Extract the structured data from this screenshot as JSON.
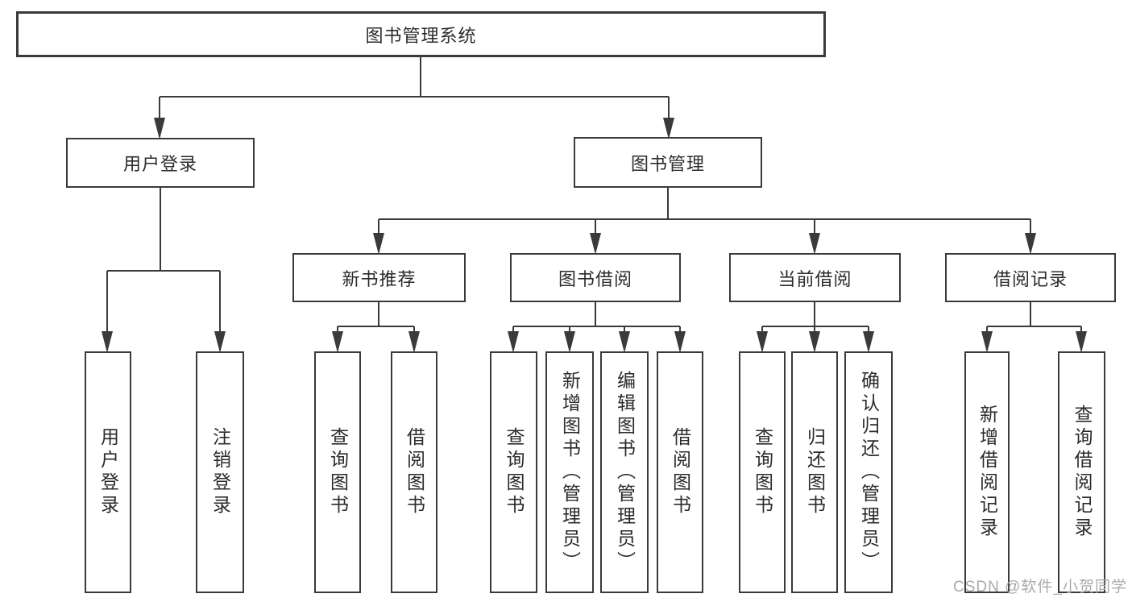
{
  "diagram": {
    "root": "图书管理系统",
    "level2": [
      "用户登录",
      "图书管理"
    ],
    "level3": [
      "新书推荐",
      "图书借阅",
      "当前借阅",
      "借阅记录"
    ],
    "leaves": [
      "用户登录",
      "注销登录",
      "查询图书",
      "借阅图书",
      "查询图书",
      "新增图书（管理员）",
      "编辑图书（管理员）",
      "借阅图书",
      "查询图书",
      "归还图书",
      "确认归还（管理员）",
      "新增借阅记录",
      "查询借阅记录"
    ],
    "hierarchy": {
      "图书管理系统": [
        "用户登录",
        "图书管理"
      ],
      "用户登录": [
        "用户登录",
        "注销登录"
      ],
      "图书管理": [
        "新书推荐",
        "图书借阅",
        "当前借阅",
        "借阅记录"
      ],
      "新书推荐": [
        "查询图书",
        "借阅图书"
      ],
      "图书借阅": [
        "查询图书",
        "新增图书（管理员）",
        "编辑图书（管理员）",
        "借阅图书"
      ],
      "当前借阅": [
        "查询图书",
        "归还图书",
        "确认归还（管理员）"
      ],
      "借阅记录": [
        "新增借阅记录",
        "查询借阅记录"
      ]
    }
  },
  "watermark": "CSDN @软件_小贺同学",
  "colors": {
    "line": "#3a3a3a",
    "box_border": "#3a3a3a",
    "box_background": "#ffffff",
    "text": "#2b2b2b",
    "watermark": "#aaaaaa",
    "page_background": "#ffffff"
  }
}
